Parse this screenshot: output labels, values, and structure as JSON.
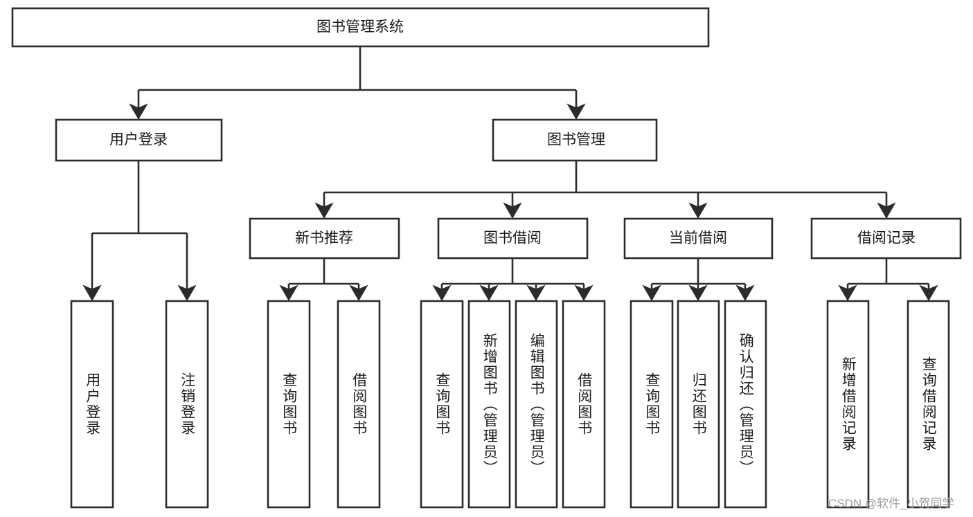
{
  "diagram": {
    "title": "图书管理系统",
    "type": "tree-hierarchy-chart",
    "root": {
      "id": "root",
      "label": "图书管理系统"
    },
    "level2": [
      {
        "id": "user-login",
        "label": "用户登录"
      },
      {
        "id": "book-manage",
        "label": "图书管理"
      }
    ],
    "level3": [
      {
        "id": "new-book-rec",
        "label": "新书推荐",
        "parent": "book-manage"
      },
      {
        "id": "book-borrow",
        "label": "图书借阅",
        "parent": "book-manage"
      },
      {
        "id": "current-borrow",
        "label": "当前借阅",
        "parent": "book-manage"
      },
      {
        "id": "borrow-record",
        "label": "借阅记录",
        "parent": "book-manage"
      }
    ],
    "leaves": [
      {
        "id": "leaf-user-login",
        "label": "用户登录",
        "parent": "user-login"
      },
      {
        "id": "leaf-logout",
        "label": "注销登录",
        "parent": "user-login"
      },
      {
        "id": "leaf-query-book-1",
        "label": "查询图书",
        "parent": "new-book-rec"
      },
      {
        "id": "leaf-borrow-book-1",
        "label": "借阅图书",
        "parent": "new-book-rec"
      },
      {
        "id": "leaf-query-book-2",
        "label": "查询图书",
        "parent": "book-borrow"
      },
      {
        "id": "leaf-add-book",
        "label": "新增图书（管理员）",
        "parent": "book-borrow"
      },
      {
        "id": "leaf-edit-book",
        "label": "编辑图书（管理员）",
        "parent": "book-borrow"
      },
      {
        "id": "leaf-borrow-book-2",
        "label": "借阅图书",
        "parent": "book-borrow"
      },
      {
        "id": "leaf-query-book-3",
        "label": "查询图书",
        "parent": "current-borrow"
      },
      {
        "id": "leaf-return-book",
        "label": "归还图书",
        "parent": "current-borrow"
      },
      {
        "id": "leaf-confirm-return",
        "label": "确认归还（管理员）",
        "parent": "current-borrow"
      },
      {
        "id": "leaf-add-record",
        "label": "新增借阅记录",
        "parent": "borrow-record"
      },
      {
        "id": "leaf-query-record",
        "label": "查询借阅记录",
        "parent": "borrow-record"
      }
    ],
    "watermark": "CSDN @软件_小贺同学",
    "colors": {
      "stroke": "#2b2b2b",
      "fill": "#ffffff",
      "text": "#1a1a1a",
      "watermark": "#9c9c9c"
    }
  }
}
